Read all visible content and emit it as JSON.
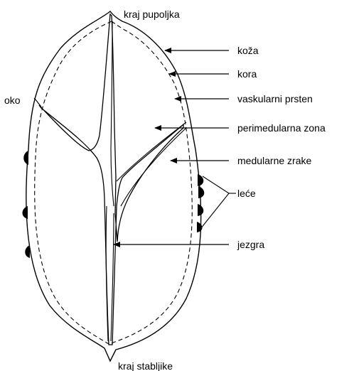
{
  "labels": {
    "bud_end": "kraj pupoljka",
    "skin": "koža",
    "cortex": "kora",
    "vascular_ring": "vaskularni prsten",
    "eye": "oko",
    "perimedullary_zone": "perimedularna zona",
    "medullary_rays": "medularne zrake",
    "lenticels": "leće",
    "pith": "jezgra",
    "stem_end": "kraj stabljike"
  },
  "colors": {
    "line": "#000000",
    "background": "#ffffff"
  }
}
